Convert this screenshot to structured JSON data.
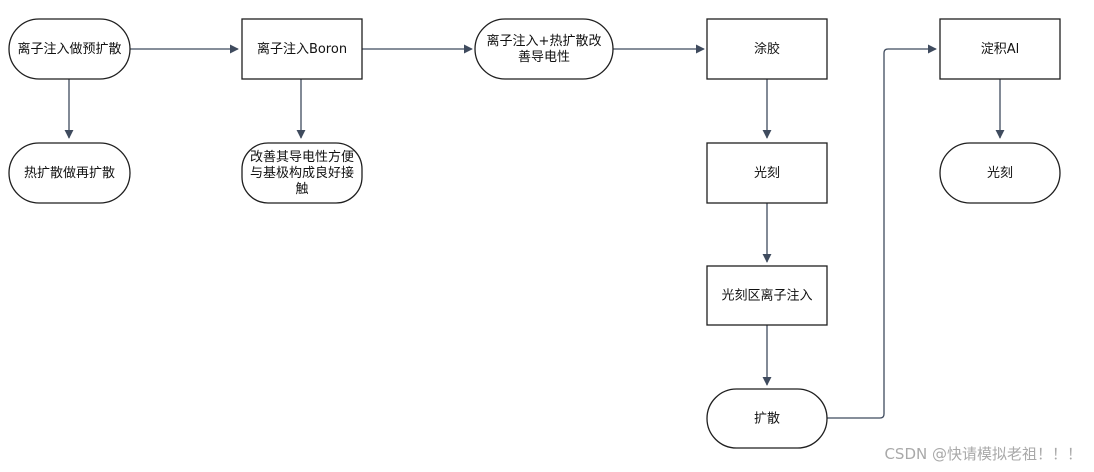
{
  "nodes": {
    "n1": {
      "label": "离子注入做预扩散",
      "lines": [
        "离子注入做预扩散"
      ]
    },
    "n2": {
      "label": "热扩散做再扩散",
      "lines": [
        "热扩散做再扩散"
      ]
    },
    "n3": {
      "label": "离子注入Boron",
      "lines": [
        "离子注入Boron"
      ]
    },
    "n4": {
      "label": "改善其导电性方便与基极构成良好接触",
      "lines": [
        "改善其导电性方便",
        "与基极构成良好接",
        "触"
      ]
    },
    "n5": {
      "label": "离子注入+热扩散改善导电性",
      "lines": [
        "离子注入+热扩散改",
        "善导电性"
      ]
    },
    "n6": {
      "label": "涂胶",
      "lines": [
        "涂胶"
      ]
    },
    "n7": {
      "label": "光刻",
      "lines": [
        "光刻"
      ]
    },
    "n8": {
      "label": "光刻区离子注入",
      "lines": [
        "光刻区离子注入"
      ]
    },
    "n9": {
      "label": "扩散",
      "lines": [
        "扩散"
      ]
    },
    "n10": {
      "label": "淀积Al",
      "lines": [
        "淀积Al"
      ]
    },
    "n11": {
      "label": "光刻",
      "lines": [
        "光刻"
      ]
    }
  },
  "edges": [
    {
      "from": "n1",
      "to": "n3"
    },
    {
      "from": "n1",
      "to": "n2"
    },
    {
      "from": "n3",
      "to": "n5"
    },
    {
      "from": "n3",
      "to": "n4"
    },
    {
      "from": "n5",
      "to": "n6"
    },
    {
      "from": "n6",
      "to": "n7"
    },
    {
      "from": "n7",
      "to": "n8"
    },
    {
      "from": "n8",
      "to": "n9"
    },
    {
      "from": "n9",
      "to": "n10"
    },
    {
      "from": "n10",
      "to": "n11"
    }
  ],
  "watermark": "CSDN @快请模拟老祖！！！",
  "colors": {
    "node_stroke": "#1f1f1f",
    "edge": "#3f4b5e",
    "watermark": "#a9a9a9"
  }
}
